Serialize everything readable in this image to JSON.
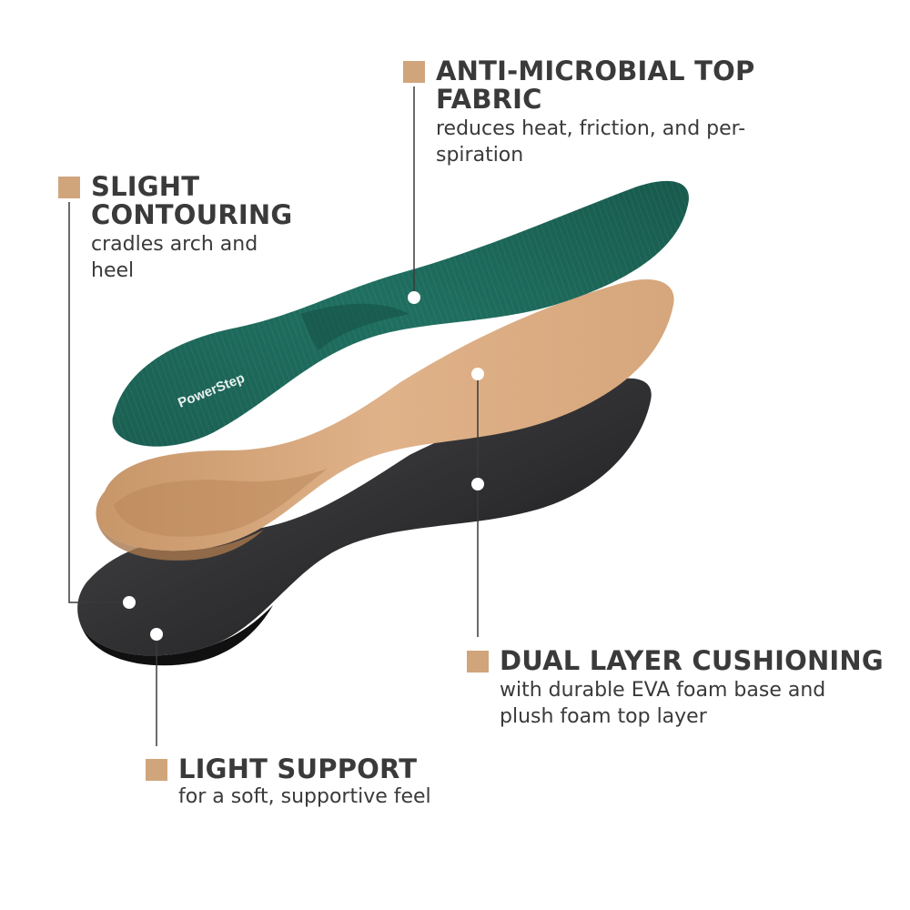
{
  "brand": {
    "logo_text": "PowerStep"
  },
  "colors": {
    "marker": "#d1a57c",
    "text": "#3a3a3a",
    "top_layer": "#1d6a5b",
    "middle_layer": "#d8a87d",
    "base_layer": "#2f2f31"
  },
  "callouts": {
    "antimicrobial": {
      "title_line1": "ANTI-MICROBIAL TOP",
      "title_line2": "FABRIC",
      "desc_line1": "reduces heat, friction, and per-",
      "desc_line2": "spiration"
    },
    "contouring": {
      "title_line1": "SLIGHT",
      "title_line2": "CONTOURING",
      "desc_line1": "cradles arch and",
      "desc_line2": "heel"
    },
    "dual_layer": {
      "title_line1": "DUAL LAYER CUSHIONING",
      "desc_line1": "with durable EVA foam base and",
      "desc_line2": "plush foam top layer"
    },
    "light_support": {
      "title_line1": "LIGHT SUPPORT",
      "desc_line1": "for a soft, supportive feel"
    }
  }
}
